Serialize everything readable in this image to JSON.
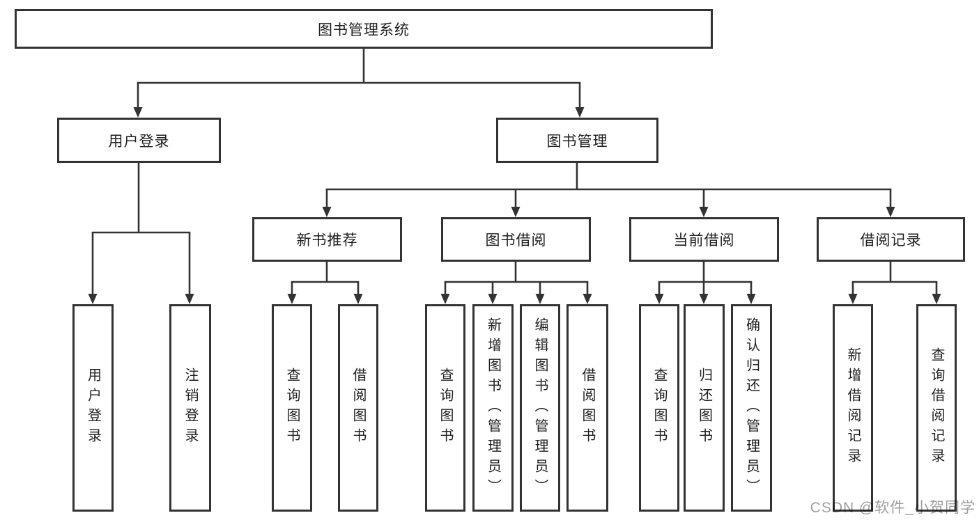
{
  "watermark": "CSDN @软件_小贺同学",
  "tree": {
    "root": {
      "label": "图书管理系统"
    },
    "branches": [
      {
        "label": "用户登录",
        "leaves": [
          "用户登录",
          "注销登录"
        ]
      },
      {
        "label": "图书管理",
        "groups": [
          {
            "label": "新书推荐",
            "leaves": [
              "查询图书",
              "借阅图书"
            ]
          },
          {
            "label": "图书借阅",
            "leaves": [
              "查询图书",
              "新增图书（管理员）",
              "编辑图书（管理员）",
              "借阅图书"
            ]
          },
          {
            "label": "当前借阅",
            "leaves": [
              "查询图书",
              "归还图书",
              "确认归还（管理员）"
            ]
          },
          {
            "label": "借阅记录",
            "leaves": [
              "新增借阅记录",
              "查询借阅记录"
            ]
          }
        ]
      }
    ]
  },
  "colors": {
    "line": "#333333",
    "text": "#1f1f1f",
    "background": "#ffffff",
    "watermark": "#919191"
  }
}
